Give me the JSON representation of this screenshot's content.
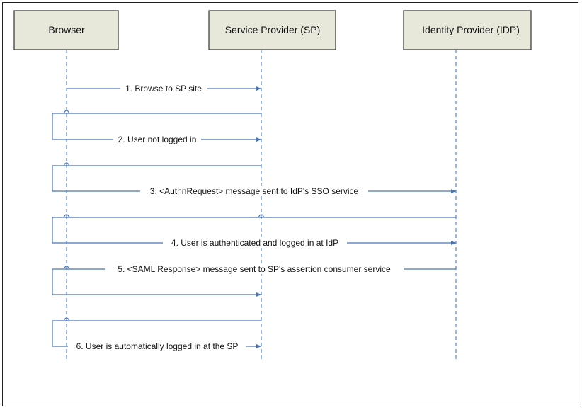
{
  "actors": [
    {
      "id": "browser",
      "label": "Browser"
    },
    {
      "id": "sp",
      "label": "Service Provider (SP)"
    },
    {
      "id": "idp",
      "label": "Identity Provider (IDP)"
    }
  ],
  "steps": [
    {
      "label": "1. Browse to SP site"
    },
    {
      "label": "2. User not logged in"
    },
    {
      "label": "3. <AuthnRequest> message sent to IdP's SSO service"
    },
    {
      "label": "4. User is authenticated and logged in at IdP"
    },
    {
      "label": "5. <SAML Response> message sent to SP's assertion consumer service"
    },
    {
      "label": "6. User is automatically logged in at the SP"
    }
  ],
  "colors": {
    "line": "#4a74b8",
    "actor_fill": "#e8e8da"
  }
}
